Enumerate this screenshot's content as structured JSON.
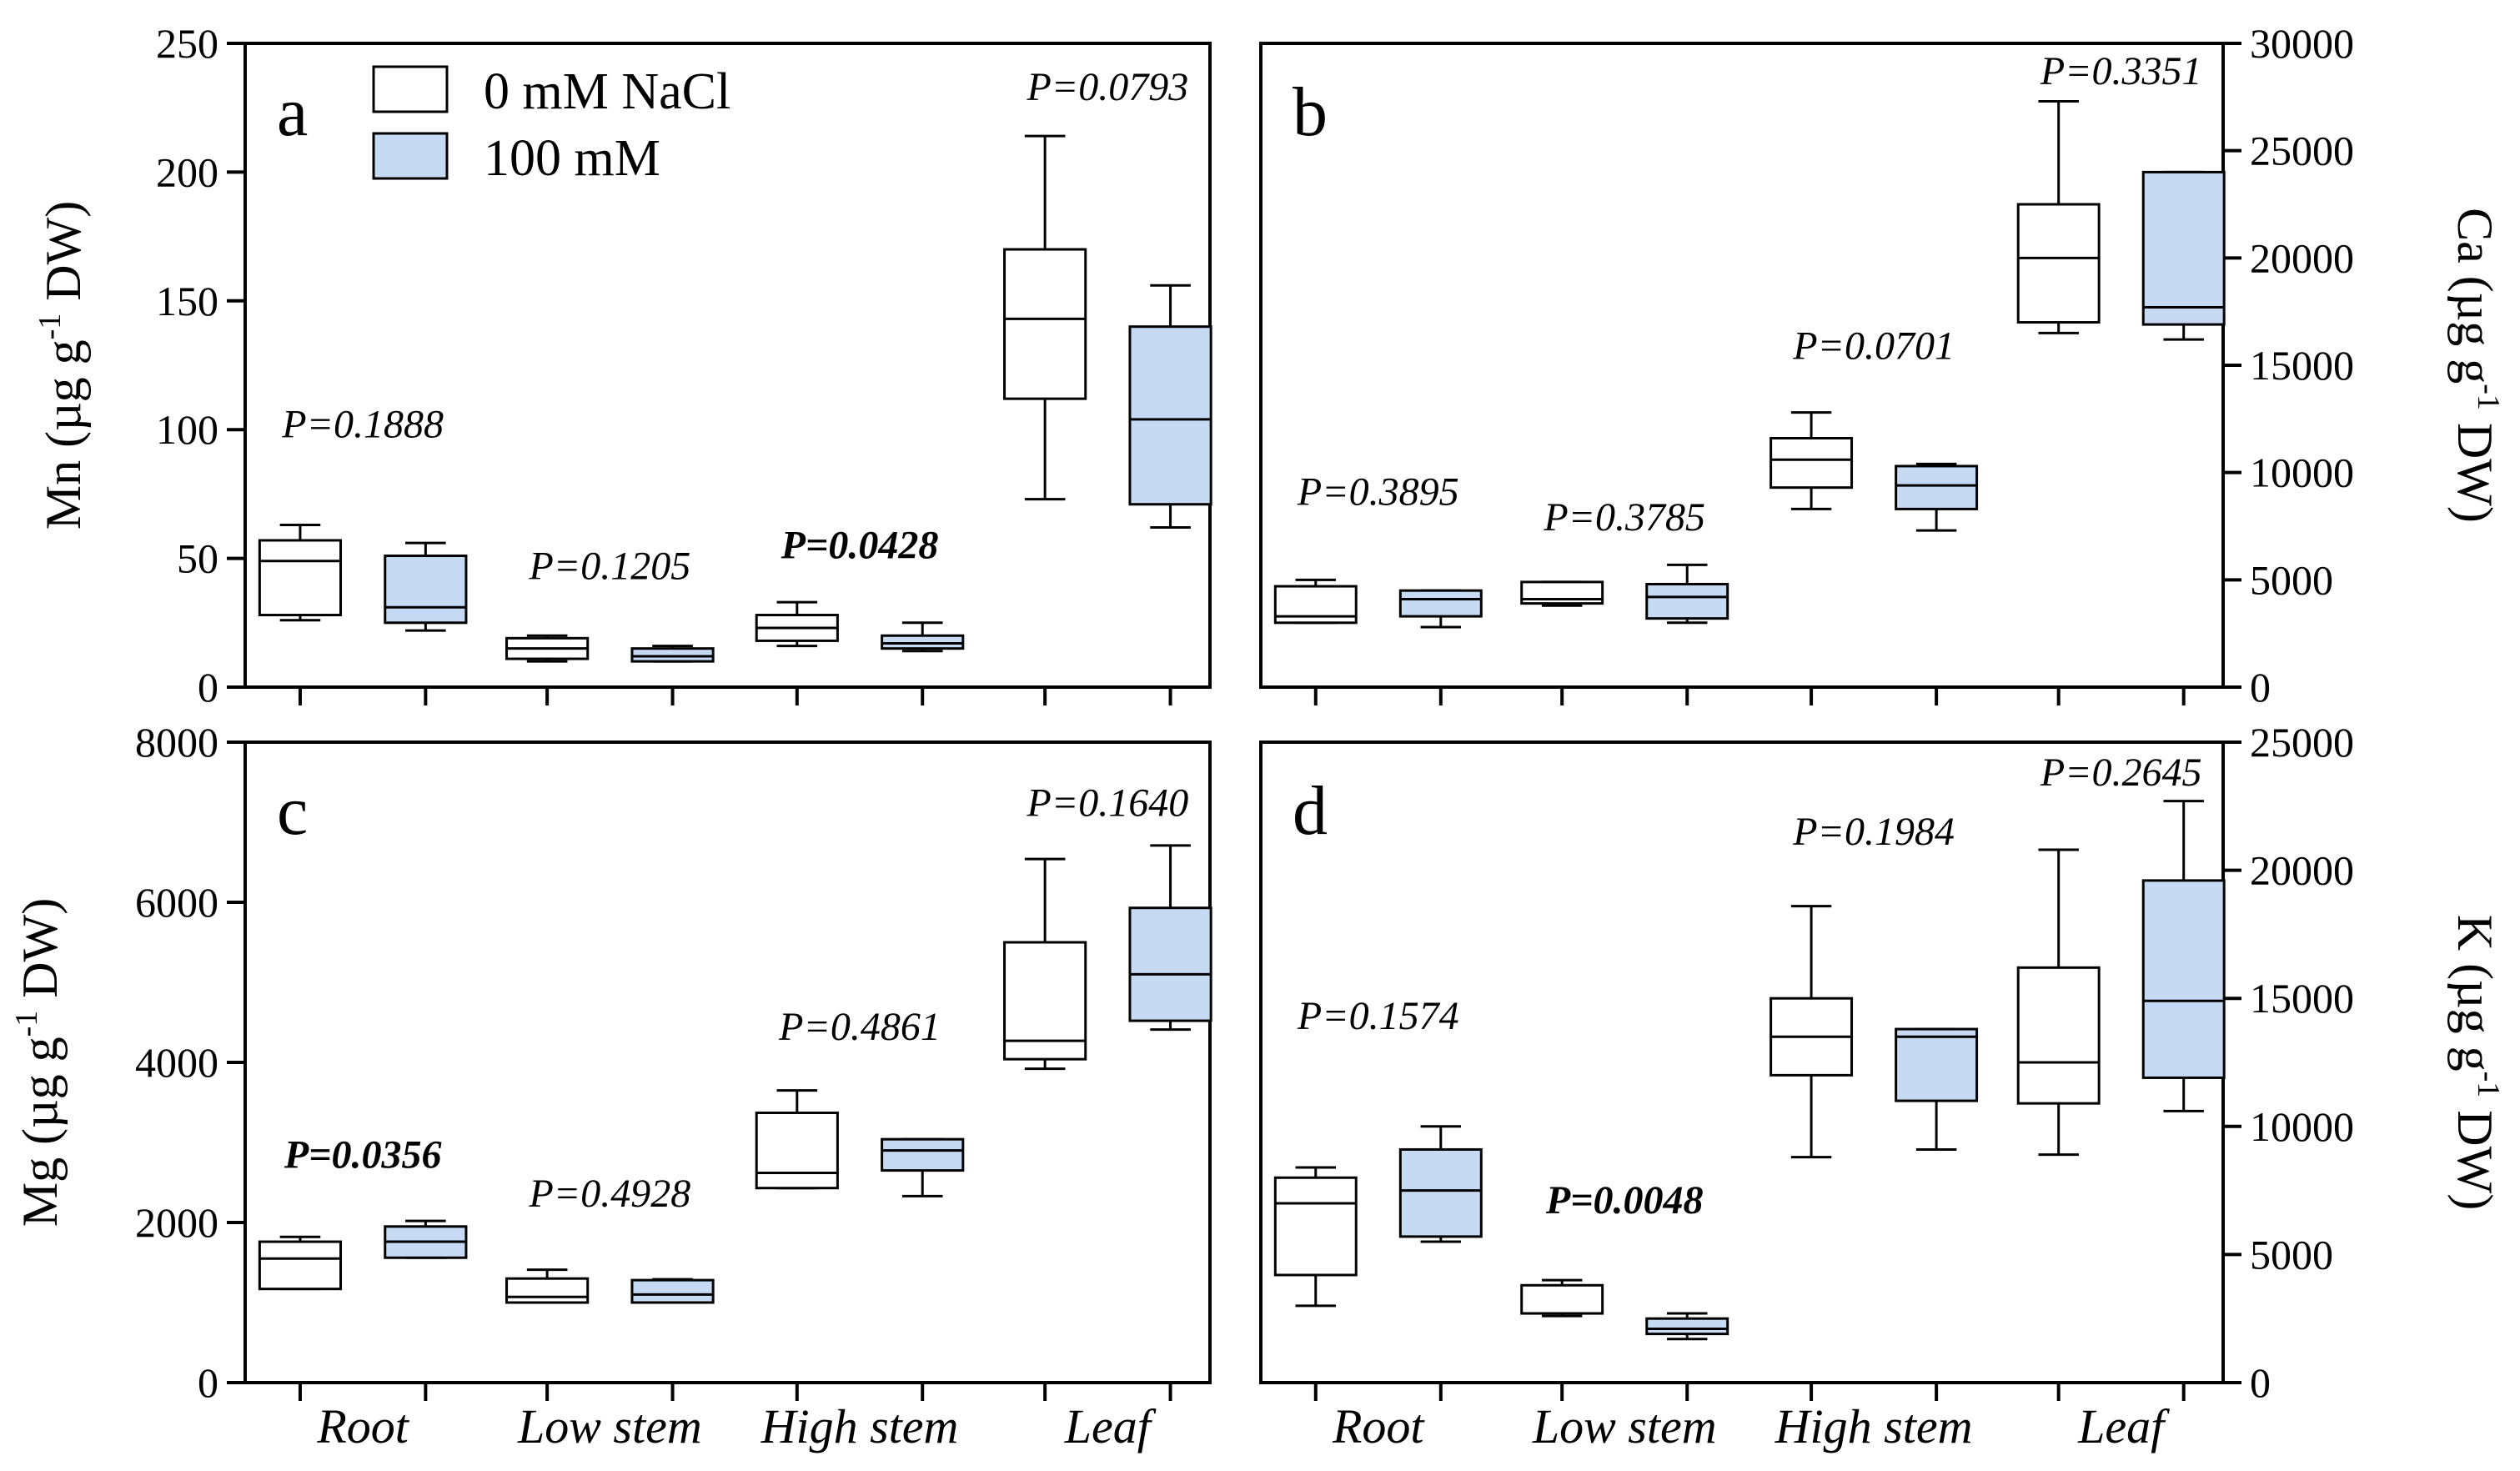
{
  "chart_data": [
    {
      "panel": "a",
      "type": "box",
      "ylabel": "Mn (µg g-1 DW)",
      "ylabel_parts": {
        "pre": "Mn (µg g",
        "sup": "-1",
        "post": " DW)"
      },
      "ylim": [
        0,
        250
      ],
      "yticks": [
        0,
        50,
        100,
        150,
        200,
        250
      ],
      "y_axis_side": "left",
      "categories": [
        "Root",
        "Low stem",
        "High stem",
        "Leaf"
      ],
      "legend": {
        "placement": "top-left",
        "entries": [
          {
            "name": "0 mM NaCl",
            "color": "#ffffff"
          },
          {
            "name": "100 mM",
            "color": "#c6daf3"
          }
        ]
      },
      "series": [
        {
          "name": "0 mM NaCl",
          "color": "#ffffff",
          "boxes": [
            {
              "min": 26,
              "q1": 28,
              "median": 49,
              "q3": 57,
              "max": 63
            },
            {
              "min": 10,
              "q1": 11,
              "median": 15,
              "q3": 19,
              "max": 20
            },
            {
              "min": 16,
              "q1": 18,
              "median": 23,
              "q3": 28,
              "max": 33
            },
            {
              "min": 73,
              "q1": 112,
              "median": 143,
              "q3": 170,
              "max": 214
            }
          ]
        },
        {
          "name": "100 mM",
          "color": "#c6daf3",
          "boxes": [
            {
              "min": 22,
              "q1": 25,
              "median": 31,
              "q3": 51,
              "max": 56
            },
            {
              "min": 10,
              "q1": 10,
              "median": 12,
              "q3": 15,
              "max": 16
            },
            {
              "min": 14,
              "q1": 15,
              "median": 17,
              "q3": 20,
              "max": 25
            },
            {
              "min": 62,
              "q1": 71,
              "median": 104,
              "q3": 140,
              "max": 156
            }
          ]
        }
      ],
      "pvalues": [
        {
          "category": "Root",
          "text": "P=0.1888",
          "y": 97,
          "significant": false
        },
        {
          "category": "Low stem",
          "text": "P=0.1205",
          "y": 42,
          "significant": false
        },
        {
          "category": "High stem",
          "text": "P=0.0428",
          "y": 50,
          "significant": true
        },
        {
          "category": "Leaf",
          "text": "P=0.0793",
          "y": 228,
          "significant": false
        }
      ]
    },
    {
      "panel": "b",
      "type": "box",
      "ylabel": "Ca (µg g-1 DW)",
      "ylabel_parts": {
        "pre": "Ca (µg g",
        "sup": "-1",
        "post": " DW)"
      },
      "ylim": [
        0,
        30000
      ],
      "yticks": [
        0,
        5000,
        10000,
        15000,
        20000,
        25000,
        30000
      ],
      "y_axis_side": "right",
      "categories": [
        "Root",
        "Low stem",
        "High stem",
        "Leaf"
      ],
      "series": [
        {
          "name": "0 mM NaCl",
          "color": "#ffffff",
          "boxes": [
            {
              "min": 3000,
              "q1": 3000,
              "median": 3300,
              "q3": 4700,
              "max": 5000
            },
            {
              "min": 3800,
              "q1": 3900,
              "median": 4100,
              "q3": 4900,
              "max": 4900
            },
            {
              "min": 8300,
              "q1": 9300,
              "median": 10600,
              "q3": 11600,
              "max": 12800
            },
            {
              "min": 16500,
              "q1": 17000,
              "median": 20000,
              "q3": 22500,
              "max": 27300
            }
          ]
        },
        {
          "name": "100 mM",
          "color": "#c6daf3",
          "boxes": [
            {
              "min": 2800,
              "q1": 3300,
              "median": 4100,
              "q3": 4500,
              "max": 4500
            },
            {
              "min": 3000,
              "q1": 3200,
              "median": 4200,
              "q3": 4800,
              "max": 5700
            },
            {
              "min": 7300,
              "q1": 8300,
              "median": 9400,
              "q3": 10300,
              "max": 10400
            },
            {
              "min": 16200,
              "q1": 16900,
              "median": 17700,
              "q3": 24000,
              "max": 24000
            }
          ]
        }
      ],
      "pvalues": [
        {
          "category": "Root",
          "text": "P=0.3895",
          "y": 8500,
          "significant": false
        },
        {
          "category": "Low stem",
          "text": "P=0.3785",
          "y": 7300,
          "significant": false
        },
        {
          "category": "High stem",
          "text": "P=0.0701",
          "y": 15300,
          "significant": false
        },
        {
          "category": "Leaf",
          "text": "P=0.3351",
          "y": 28100,
          "significant": false
        }
      ]
    },
    {
      "panel": "c",
      "type": "box",
      "ylabel": "Mg (µg g-1 DW)",
      "ylabel_parts": {
        "pre": "Mg (µg g",
        "sup": "-1",
        "post": " DW)"
      },
      "ylim": [
        0,
        8000
      ],
      "yticks": [
        0,
        2000,
        4000,
        6000,
        8000
      ],
      "y_axis_side": "left",
      "xlabel": "",
      "categories": [
        "Root",
        "Low stem",
        "High stem",
        "Leaf"
      ],
      "series": [
        {
          "name": "0 mM NaCl",
          "color": "#ffffff",
          "boxes": [
            {
              "min": 1170,
              "q1": 1170,
              "median": 1550,
              "q3": 1760,
              "max": 1820
            },
            {
              "min": 1000,
              "q1": 1000,
              "median": 1070,
              "q3": 1300,
              "max": 1410
            },
            {
              "min": 2430,
              "q1": 2430,
              "median": 2620,
              "q3": 3370,
              "max": 3650
            },
            {
              "min": 3920,
              "q1": 4040,
              "median": 4270,
              "q3": 5500,
              "max": 6540
            }
          ]
        },
        {
          "name": "100 mM",
          "color": "#c6daf3",
          "boxes": [
            {
              "min": 1560,
              "q1": 1560,
              "median": 1760,
              "q3": 1950,
              "max": 2020
            },
            {
              "min": 1000,
              "q1": 1000,
              "median": 1100,
              "q3": 1280,
              "max": 1290
            },
            {
              "min": 2330,
              "q1": 2650,
              "median": 2900,
              "q3": 3040,
              "max": 3040
            },
            {
              "min": 4410,
              "q1": 4520,
              "median": 5100,
              "q3": 5930,
              "max": 6710
            }
          ]
        }
      ],
      "pvalues": [
        {
          "category": "Root",
          "text": "P=0.0356",
          "y": 2680,
          "significant": true
        },
        {
          "category": "Low stem",
          "text": "P=0.4928",
          "y": 2200,
          "significant": false
        },
        {
          "category": "High stem",
          "text": "P=0.4861",
          "y": 4280,
          "significant": false
        },
        {
          "category": "Leaf",
          "text": "P=0.1640",
          "y": 7080,
          "significant": false
        }
      ]
    },
    {
      "panel": "d",
      "type": "box",
      "ylabel": "K (µg g-1 DW)",
      "ylabel_parts": {
        "pre": "K (µg g",
        "sup": "-1",
        "post": " DW)"
      },
      "ylim": [
        0,
        25000
      ],
      "yticks": [
        0,
        5000,
        10000,
        15000,
        20000,
        25000
      ],
      "y_axis_side": "right",
      "categories": [
        "Root",
        "Low stem",
        "High stem",
        "Leaf"
      ],
      "series": [
        {
          "name": "0 mM NaCl",
          "color": "#ffffff",
          "boxes": [
            {
              "min": 3000,
              "q1": 4200,
              "median": 7000,
              "q3": 8000,
              "max": 8400
            },
            {
              "min": 2600,
              "q1": 2700,
              "median": 2700,
              "q3": 3800,
              "max": 4000
            },
            {
              "min": 8800,
              "q1": 12000,
              "median": 13500,
              "q3": 15000,
              "max": 18600
            },
            {
              "min": 8900,
              "q1": 10900,
              "median": 12500,
              "q3": 16200,
              "max": 20800
            }
          ]
        },
        {
          "name": "100 mM",
          "color": "#c6daf3",
          "boxes": [
            {
              "min": 5500,
              "q1": 5700,
              "median": 7500,
              "q3": 9100,
              "max": 10000
            },
            {
              "min": 1700,
              "q1": 1900,
              "median": 2100,
              "q3": 2500,
              "max": 2700
            },
            {
              "min": 9100,
              "q1": 11000,
              "median": 13500,
              "q3": 13800,
              "max": 13800
            },
            {
              "min": 10600,
              "q1": 11900,
              "median": 14900,
              "q3": 19600,
              "max": 22700
            }
          ]
        }
      ],
      "pvalues": [
        {
          "category": "Root",
          "text": "P=0.1574",
          "y": 13800,
          "significant": false
        },
        {
          "category": "Low stem",
          "text": "P=0.0048",
          "y": 6600,
          "significant": true
        },
        {
          "category": "High stem",
          "text": "P=0.1984",
          "y": 21000,
          "significant": false
        },
        {
          "category": "Leaf",
          "text": "P=0.2645",
          "y": 23300,
          "significant": false
        }
      ]
    }
  ]
}
